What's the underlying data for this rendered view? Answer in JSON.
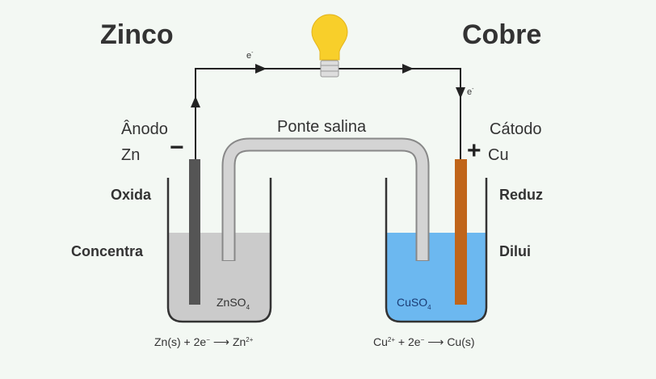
{
  "titles": {
    "left": "Zinco",
    "right": "Cobre"
  },
  "electron": "e",
  "electron_sup": "-",
  "anode": {
    "label": "Ânodo",
    "metal": "Zn",
    "sign": "−",
    "process1": "Oxida",
    "process2": "Concentra",
    "solution": "ZnSO",
    "solution_sub": "4"
  },
  "cathode": {
    "label": "Cátodo",
    "metal": "Cu",
    "sign": "+",
    "process1": "Reduz",
    "process2": "Dilui",
    "solution": "CuSO",
    "solution_sub": "4"
  },
  "bridge": "Ponte salina",
  "equations": {
    "left": {
      "a": "Zn(s) + 2e",
      "sup1": "−",
      "arrow": "⟶",
      "b": "Zn",
      "sup2": "2+"
    },
    "right": {
      "a": "Cu",
      "sup1": "2+",
      "mid": " + 2e",
      "sup2": "−",
      "arrow": "⟶",
      "b": "Cu(s)"
    }
  },
  "colors": {
    "zinc": "#555555",
    "copper": "#c0651a",
    "znso4": "#cbcbcb",
    "cuso4": "#6cb8f0",
    "bulb": "#f8cf2a"
  }
}
